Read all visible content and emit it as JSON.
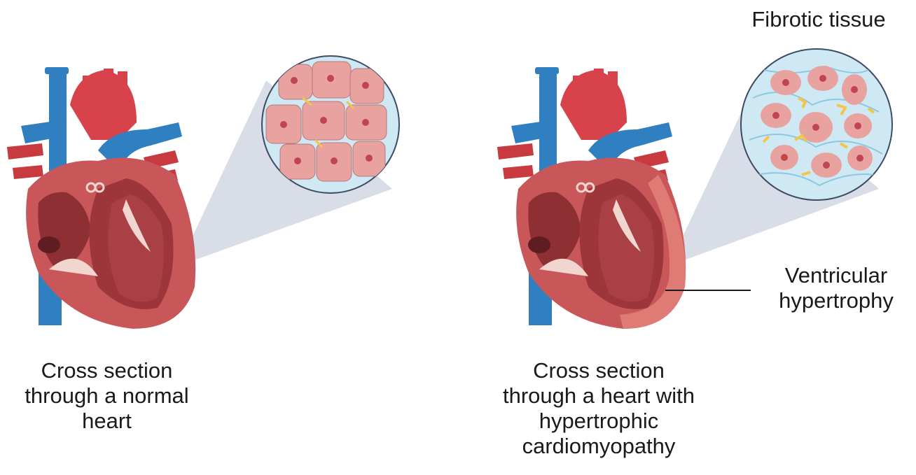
{
  "panels": {
    "normal": {
      "caption": "Cross section\nthrough a normal\nheart"
    },
    "hcm": {
      "caption": "Cross section\nthrough a heart with\nhypertrophic\ncardiomyopathy",
      "inset_label": "Fibrotic tissue",
      "callout_label": "Ventricular\nhypertrophy"
    }
  },
  "colors": {
    "vein_blue": "#2f7fc1",
    "artery_red": "#d8424a",
    "myocardium": "#c9575a",
    "chamber_dark": "#8e2f34",
    "cell_pink": "#e8a3a0",
    "nucleus": "#c1454f",
    "fibrosis_yellow": "#f3c64a",
    "extracellular_blue": "#cfe9f4",
    "zoom_cone": "#c9cede"
  }
}
